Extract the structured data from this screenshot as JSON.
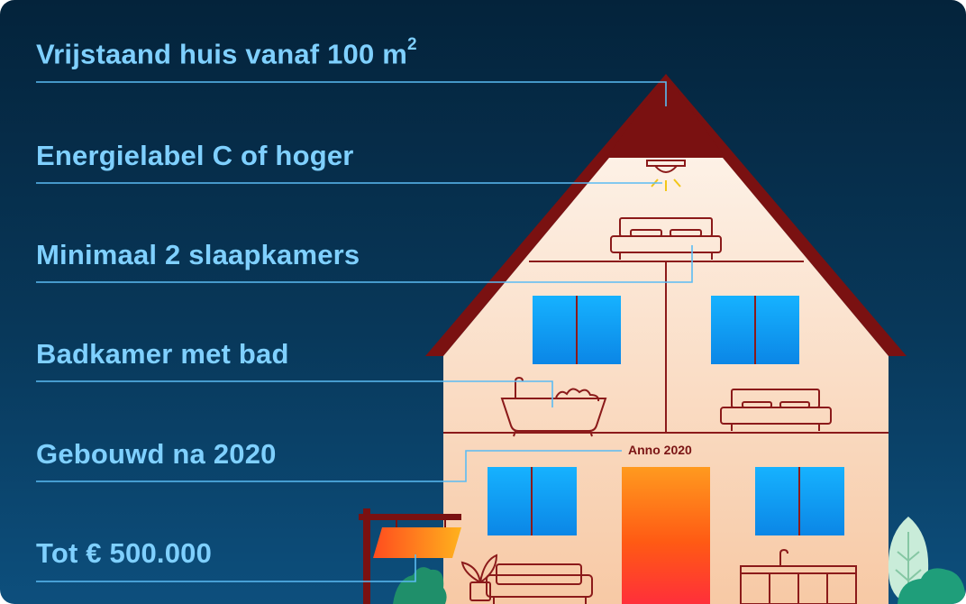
{
  "features": {
    "house_size": "Vrijstaand huis vanaf 100 m",
    "house_size_sup": "2",
    "energy_label": "Energielabel C of hoger",
    "bedrooms": "Minimaal 2 slaapkamers",
    "bathroom": "Badkamer met bad",
    "built": "Gebouwd na 2020",
    "price": "Tot € 500.000"
  },
  "house": {
    "year_plaque": "Anno 2020"
  },
  "colors": {
    "label_text": "#7fd0ff",
    "callout_line": "#5bbcf3",
    "roof": "#7a1111",
    "wall_top": "#fdebdc",
    "wall_bottom": "#f6c7a3",
    "outline": "#8b1a1a",
    "window": "#1aa6f2",
    "door": "#ff6a1a"
  }
}
